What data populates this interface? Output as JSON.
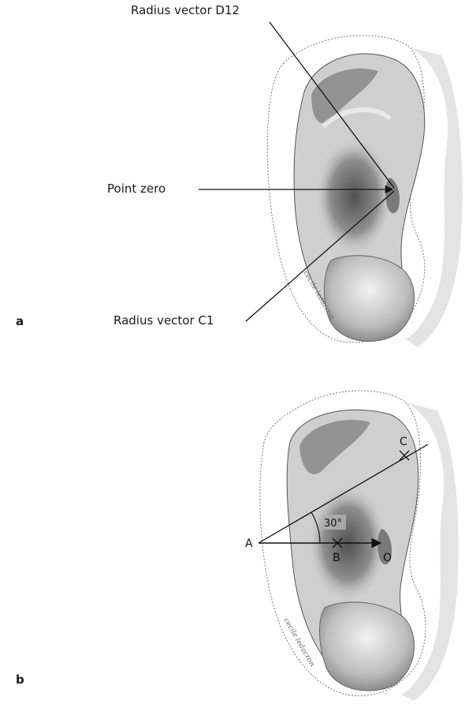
{
  "panel_a": {
    "letter": "a",
    "labels": {
      "radius_vector_d12": "Radius vector D12",
      "point_zero": "Point zero",
      "radius_vector_c1": "Radius vector C1"
    }
  },
  "panel_b": {
    "letter": "b",
    "points": {
      "a": "A",
      "b": "B",
      "c": "C",
      "o": "O"
    },
    "angle": "30°"
  },
  "colors": {
    "line": "#111111",
    "sketch": "#555555"
  }
}
